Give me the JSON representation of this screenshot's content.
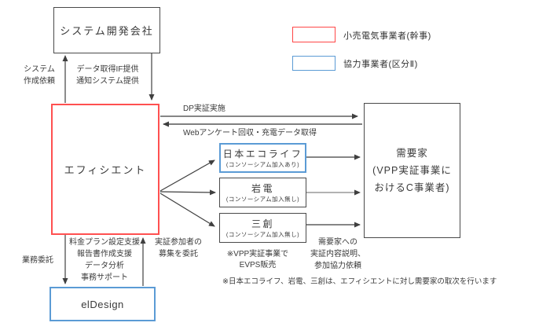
{
  "diagram": {
    "boxes": {
      "system_dev": {
        "label": "システム開発会社"
      },
      "efficient": {
        "label": "エフィシエント"
      },
      "eldesign": {
        "label": "elDesign"
      },
      "consumer": {
        "lines": [
          "需要家",
          "(VPP実証事業に",
          "おけるC事業者)"
        ]
      },
      "ecolife": {
        "name": "日本エコライフ",
        "note": "(コンソーシアム加入あり)"
      },
      "ganden": {
        "name": "岩電",
        "note": "(コンソーシアム加入無し)"
      },
      "sanso": {
        "name": "三創",
        "note": "(コンソーシアム加入無し)"
      }
    },
    "legend": {
      "retail_label": "小売電気事業者(幹事)",
      "partner_label": "協力事業者(区分Ⅱ)"
    },
    "edge_labels": {
      "system_request": [
        "システム",
        "作成依頼"
      ],
      "data_if": [
        "データ取得IF提供",
        "通知システム提供"
      ],
      "dp": "DP実証実施",
      "web": "Webアンケート回収・充電データ取得",
      "recruit": [
        "実証参加者の",
        "募集を委託"
      ],
      "vpp": [
        "※VPP実証事業で",
        "EVPS販売"
      ],
      "consumer_explain": [
        "需要家への",
        "実証内容説明、",
        "参加協力依頼"
      ],
      "support": [
        "料金プラン設定支援",
        "報告書作成支援",
        "データ分析",
        "事務サポート"
      ],
      "outsource": "業務委託"
    },
    "footnote": "※日本エコライフ、岩電、三創は、エフィシエントに対し需要家の取次を行います",
    "colors": {
      "retail_red": "#ff5050",
      "partner_blue": "#5b9bd5",
      "line": "#404040"
    }
  }
}
